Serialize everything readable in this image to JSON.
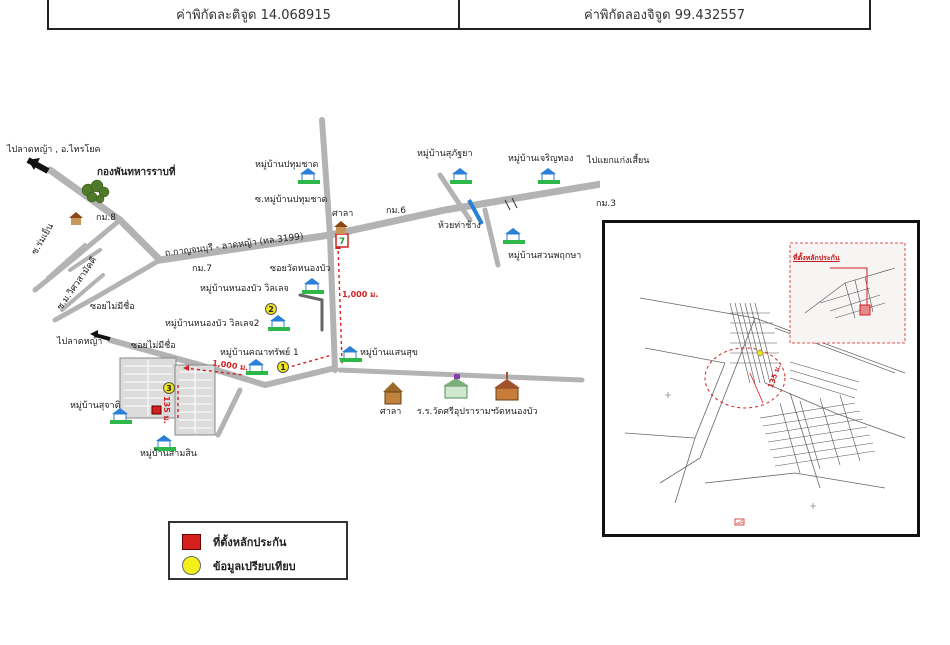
{
  "coords": {
    "latitude_label": "ค่าพิกัดละติจูด 14.068915",
    "longitude_label": "ค่าพิกัดลองจิจูด 99.432557"
  },
  "map": {
    "labels": {
      "to_pla_kad": "ไปลาดหญ้า , อ.ไทรโยค",
      "army": "กองพันทหารราบที่",
      "km8": "กม.8",
      "pathumchat": "หมู่บ้านปทุมชาด",
      "pathumchat_school": "ซ.หมู่บ้านปทุมชาด",
      "sala1": "ศาลา",
      "km6": "กม.6",
      "suppaya": "หมู่บ้านสุภัฐยา",
      "charoenthong": "หมู่บ้านเจริญทอง",
      "to_kaen_sian": "ไปแยกแก่งเสี้ยน",
      "km3": "กม.3",
      "huai": "ห้วยท่าช้าง",
      "suanphrueksa": "หมู่บ้านสวนพฤกษา",
      "road": "ถ.กาญจนบุรี - ลาดหญ้า (ทล.3199)",
      "km7": "กม.7",
      "soi_rattana": "ซ.ร่มเย็น",
      "soi_mit": "ซ.ม.วิศวสามัคคี",
      "soi_no_name": "ซอยไม่มีชื่อ",
      "wat_soi": "ซอยวัดหนองบัว",
      "nongbua_village": "หมู่บ้านหนองบัว วิลเลจ",
      "nongbua_village2": "หมู่บ้านหนองบัว วิลเลจ2",
      "to_lad_ya": "ไปลาดหญ้า",
      "soi_no_name2": "ซอยไม่มีชื่อ",
      "kanasap": "หมู่บ้านคณาทรัพย์ 1",
      "saensuk": "หมู่บ้านแสนสุข",
      "dist1000a": "1,000 ม.",
      "dist1000b": "1,000 ม.",
      "dist135": "135 ม.",
      "suchart": "หมู่บ้านสุจาติ",
      "samsin": "หมู่บ้านสามสิน",
      "sala2": "ศาลา",
      "school": "ร.ร.วัดศรีอุปรารามฯ",
      "wat": "วัดหนองบัว",
      "n1": "1",
      "n2": "2",
      "n3": "3"
    }
  },
  "legend": {
    "site_label": "ที่ตั้งหลักประกัน",
    "compare_label": "ข้อมูลเปรียบเทียบ"
  },
  "inset": {
    "site_tag": "ที่ตั้งหลักประกัน",
    "dist": "135 ม."
  },
  "colors": {
    "road": "#b3b3b3",
    "red": "#d42020",
    "yellow": "#f1e61c",
    "green": "#2eb84a",
    "blue": "#2a7fd6"
  }
}
